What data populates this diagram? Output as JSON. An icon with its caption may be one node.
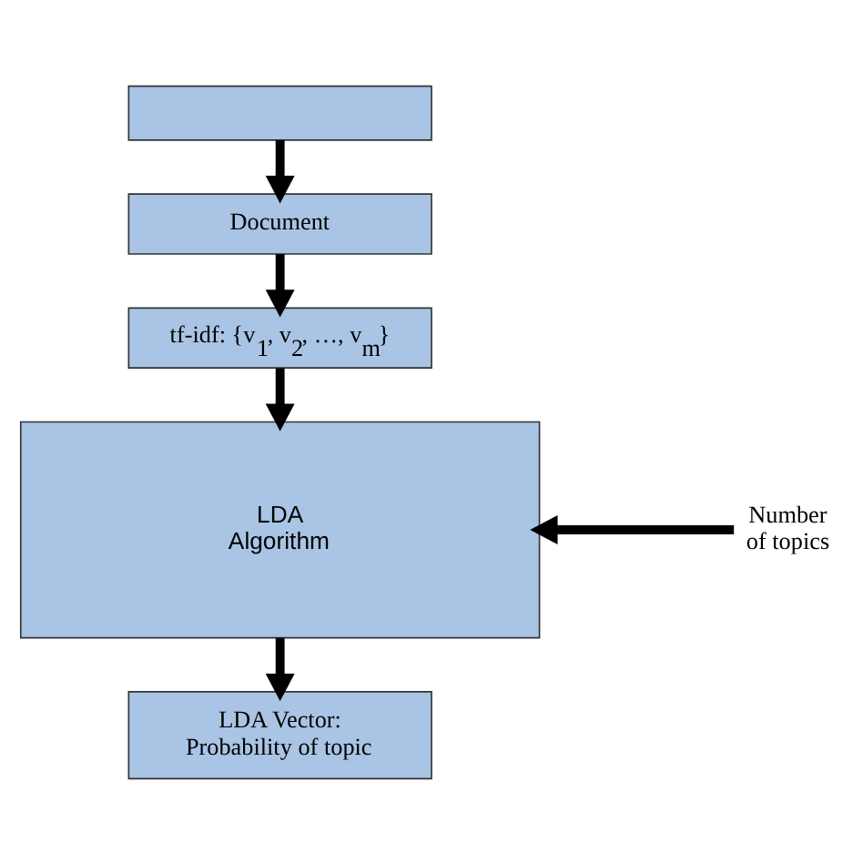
{
  "diagram": {
    "nodes": [
      {
        "text": [],
        "shape": "box"
      },
      {
        "text": [
          "Document"
        ]
      },
      {
        "text": [
          "tf-idf: {v$_{1}$, v$_{2}$, …, v$_{m}$}"
        ]
      },
      {
        "text": [
          "LDA Algorithm"
        ]
      },
      {
        "text": [
          "Number of topics"
        ]
      },
      {
        "text": [
          "LDA Vector: Probability of topic"
        ]
      }
    ],
    "edges": [
      {
        "from": 0,
        "to": 1,
        "arrow": "to"
      },
      {
        "from": 1,
        "to": 2,
        "arrow": "to"
      },
      {
        "from": 2,
        "to": 3,
        "arrow": "to"
      },
      {
        "from": 4,
        "to": 3,
        "arrow": "to"
      },
      {
        "from": 3,
        "to": 5,
        "arrow": "to"
      }
    ]
  }
}
